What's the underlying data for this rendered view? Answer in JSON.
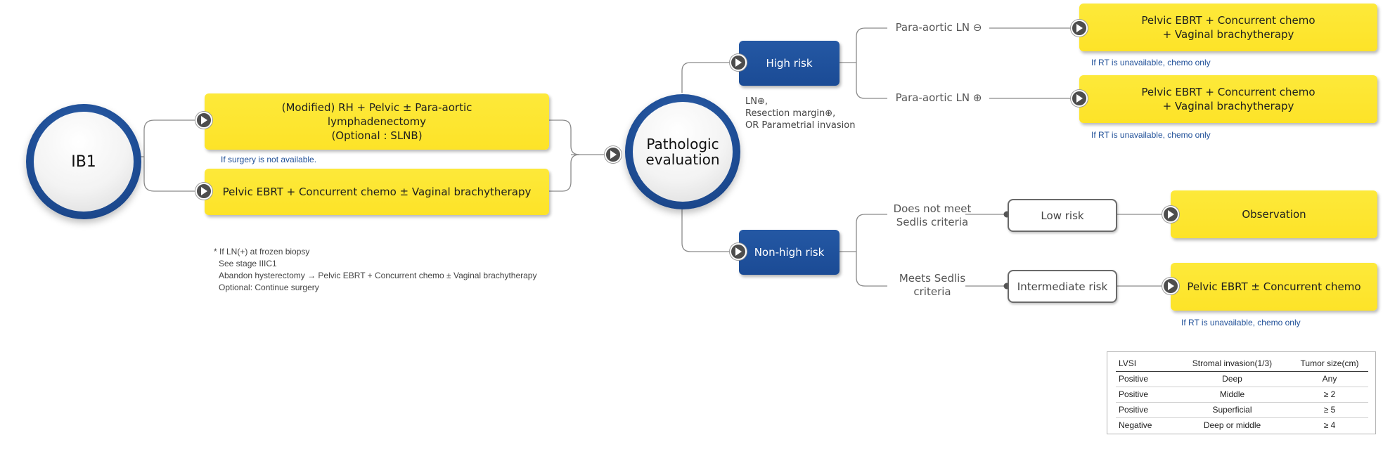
{
  "start": {
    "label": "IB1"
  },
  "surgery": {
    "line1": "(Modified) RH  +  Pelvic  ±  Para-aortic",
    "line2": "lymphadenectomy",
    "line3": "(Optional : SLNB)"
  },
  "surgery_unavailable_note": "If surgery is not available.",
  "radiation": {
    "label": "Pelvic EBRT  +  Concurrent chemo  ±  Vaginal brachytherapy"
  },
  "footnote": {
    "line1": "* If LN(+) at frozen biopsy",
    "line2": "See stage IIIC1",
    "line3": "Abandon hysterectomy → Pelvic EBRT + Concurrent chemo ± Vaginal brachytherapy",
    "line4": "Optional: Continue surgery"
  },
  "evaluation": {
    "line1": "Pathologic",
    "line2": "evaluation"
  },
  "high_risk": {
    "label": "High risk",
    "criteria_line1": "LN⊕,",
    "criteria_line2": "Resection margin⊕,",
    "criteria_line3": "OR Parametrial invasion"
  },
  "non_high_risk": {
    "label": "Non-high risk"
  },
  "para_aortic_negative": {
    "label": "Para-aortic LN ⊖",
    "treatment_line1": "Pelvic EBRT + Concurrent chemo",
    "treatment_line2": "+ Vaginal brachytherapy",
    "note": "If RT is unavailable, chemo only"
  },
  "para_aortic_positive": {
    "label": "Para-aortic LN ⊕",
    "treatment_line1": "Pelvic EBRT + Concurrent chemo",
    "treatment_line2": "+ Vaginal brachytherapy",
    "note": "If RT is unavailable, chemo only"
  },
  "not_sedlis": {
    "line1": "Does not meet",
    "line2": "Sedlis criteria",
    "risk": "Low risk",
    "treatment": "Observation"
  },
  "sedlis": {
    "line1": "Meets Sedlis",
    "line2": "criteria",
    "risk": "Intermediate risk",
    "treatment": "Pelvic EBRT ± Concurrent chemo",
    "note": "If RT is unavailable, chemo only"
  },
  "sedlis_table": {
    "headers": [
      "LVSI",
      "Stromal invasion(1/3)",
      "Tumor size(cm)"
    ],
    "rows": [
      [
        "Positive",
        "Deep",
        "Any"
      ],
      [
        "Positive",
        "Middle",
        "≥ 2"
      ],
      [
        "Positive",
        "Superficial",
        "≥ 5"
      ],
      [
        "Negative",
        "Deep or middle",
        "≥ 4"
      ]
    ]
  },
  "colors": {
    "box_yellow": "#fde52e",
    "box_blue": "#1f4f98",
    "note_blue": "#1f4f98",
    "connector": "#8a8a8a",
    "arrow_dark": "#4d4d4d"
  },
  "icons": {
    "arrow": "play-arrow-icon"
  }
}
